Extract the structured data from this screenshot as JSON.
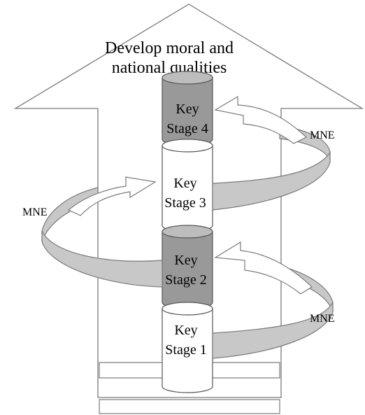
{
  "title_line1": "Develop moral and",
  "title_line2": "national qualities",
  "stages": [
    {
      "line1": "Key",
      "line2": "Stage 4",
      "shade": "#999999"
    },
    {
      "line1": "Key",
      "line2": "Stage 3",
      "shade": "#ffffff"
    },
    {
      "line1": "Key",
      "line2": "Stage 2",
      "shade": "#999999"
    },
    {
      "line1": "Key",
      "line2": "Stage 1",
      "shade": "#ffffff"
    }
  ],
  "mne_labels": [
    "MNE",
    "MNE",
    "MNE"
  ],
  "colors": {
    "outline": "#7a7a7a",
    "band_fill": "#c8c8c8",
    "dark_stage": "#999999",
    "light_stage": "#ffffff"
  }
}
